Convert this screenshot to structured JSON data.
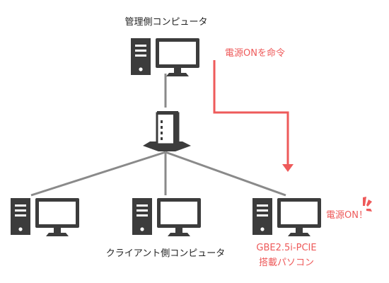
{
  "labels": {
    "admin_computer": "管理側コンピュータ",
    "client_computer": "クライアント側コンピュータ",
    "power_on_command": "電源ONを命令",
    "power_on": "電源ON！",
    "target_pc_line1": "GBE2.5i-PCIE",
    "target_pc_line2": "搭載パソコン"
  },
  "colors": {
    "device_gray": "#3c3c3c",
    "line_gray": "#8a8a8a",
    "accent_red": "#ee5a5a",
    "text_dark": "#222222"
  },
  "icons": {
    "computer": "desktop-computer-icon",
    "hub": "network-hub-icon",
    "exclaim": "exclamation-burst-icon"
  }
}
